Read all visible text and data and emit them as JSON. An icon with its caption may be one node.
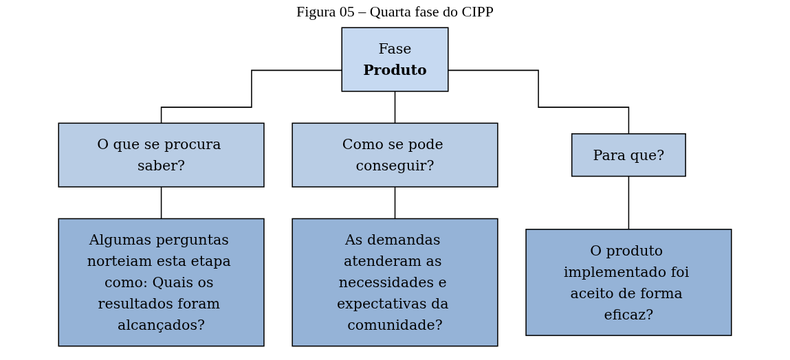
{
  "diagram": {
    "title": "Figura 05 – Quarta fase do CIPP",
    "nodes": [
      {
        "text": [
          "Fase",
          "Produto"
        ]
      },
      {
        "text": [
          "O que se procura saber?"
        ]
      },
      {
        "text": [
          "Como se pode conseguir?"
        ]
      },
      {
        "text": [
          "Para que?"
        ]
      },
      {
        "text": [
          "Algumas perguntas norteiam esta etapa como: Quais os resultados foram alcançados?"
        ]
      },
      {
        "text": [
          "As demandas atenderam as necessidades e expectativas da comunidade?"
        ]
      },
      {
        "text": [
          "O produto implementado foi aceito de forma eficaz?"
        ]
      }
    ],
    "edges": [
      {
        "from": 0,
        "to": 1,
        "arrow": "none"
      },
      {
        "from": 0,
        "to": 2,
        "arrow": "none"
      },
      {
        "from": 0,
        "to": 3,
        "arrow": "none"
      },
      {
        "from": 1,
        "to": 4,
        "arrow": "none"
      },
      {
        "from": 2,
        "to": 5,
        "arrow": "none"
      },
      {
        "from": 3,
        "to": 6,
        "arrow": "none"
      }
    ]
  }
}
